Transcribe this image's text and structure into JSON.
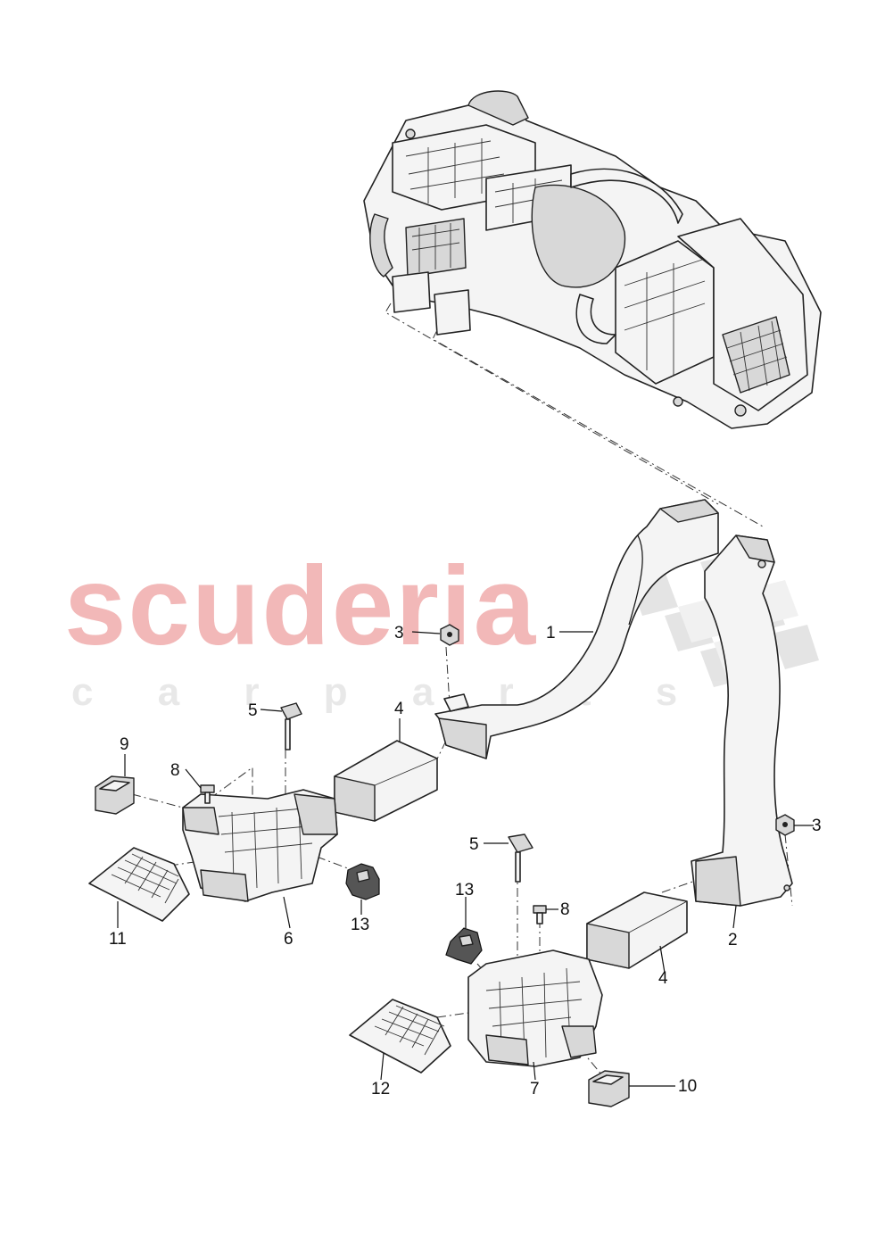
{
  "watermark": {
    "brand": "scuderia",
    "tagline": "c a r   p a r t s",
    "brand_color": "#f2b8b8",
    "tagline_color": "#e8e8e8",
    "checker_color": "#cfcfcf"
  },
  "callouts": [
    "1",
    "2",
    "3",
    "3",
    "4",
    "4",
    "5",
    "5",
    "6",
    "7",
    "8",
    "8",
    "9",
    "10",
    "11",
    "12",
    "13",
    "13"
  ]
}
